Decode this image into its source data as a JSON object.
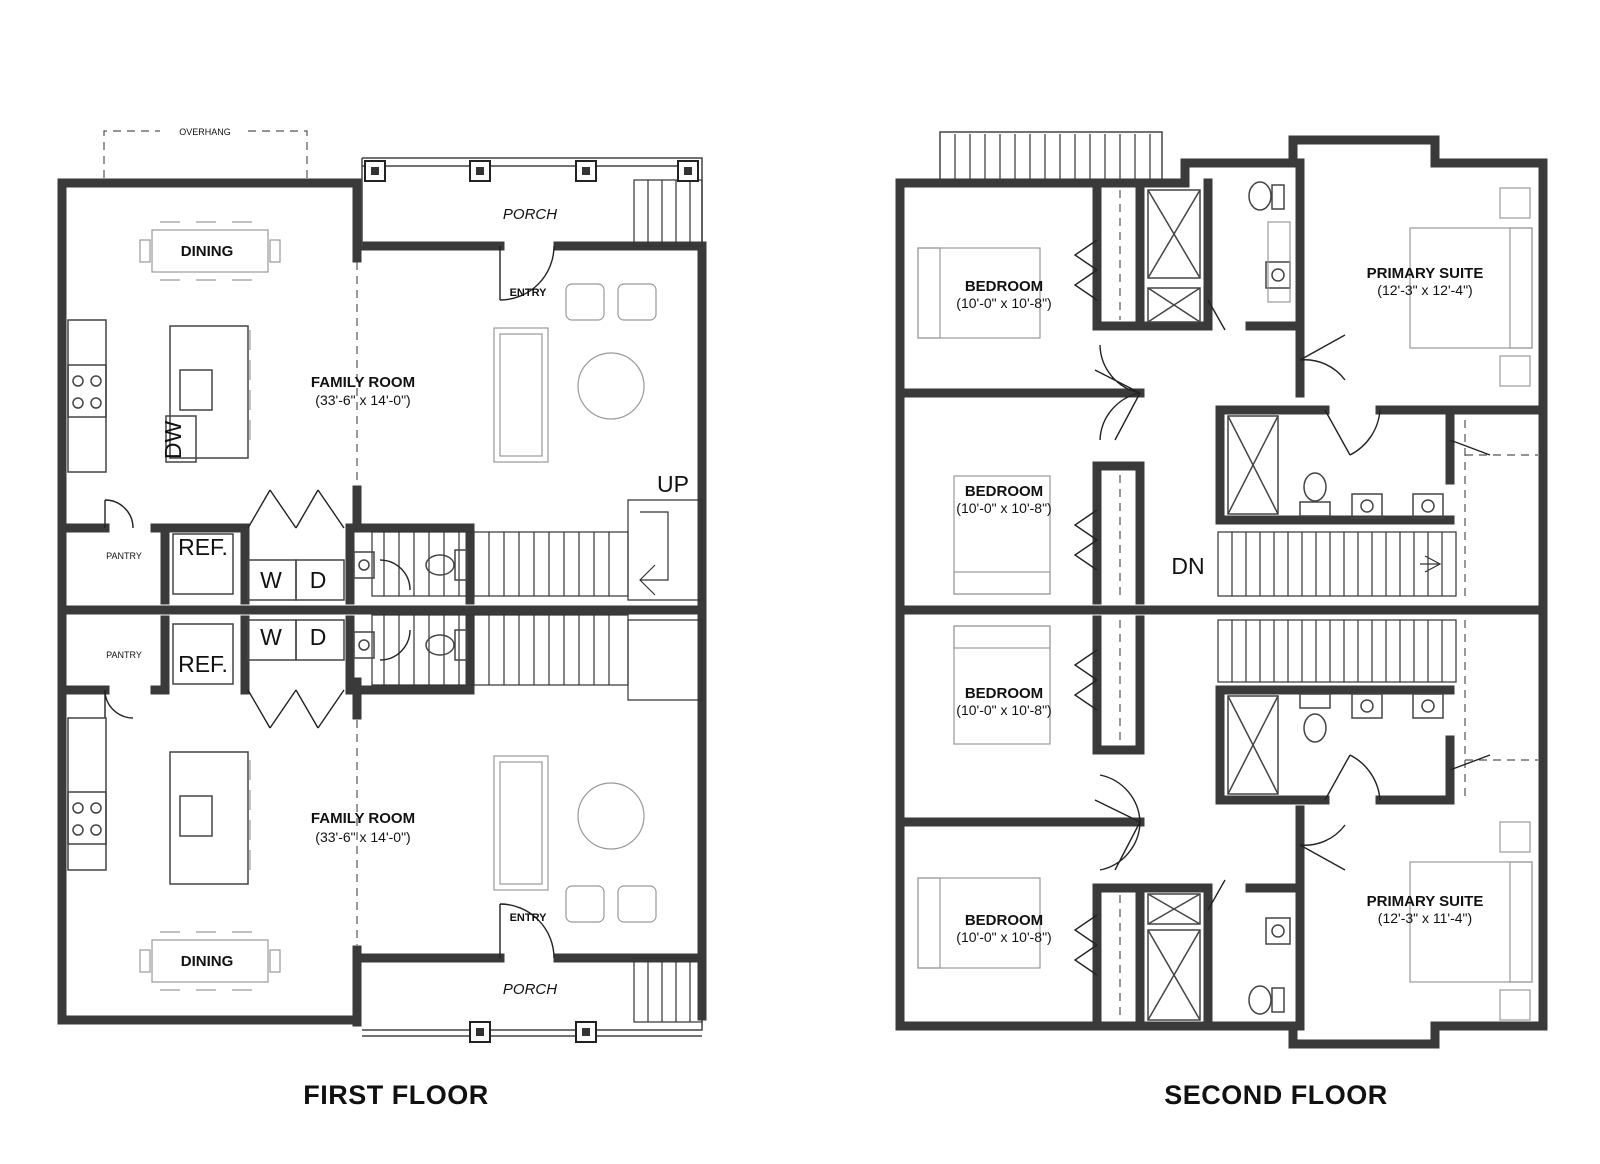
{
  "first_floor": {
    "title": "FIRST FLOOR",
    "overhang": "OVERHANG",
    "up_unit": {
      "dining": "DINING",
      "family_room": "FAMILY ROOM",
      "family_room_dim": "(33'-6\" x 14'-0\")",
      "entry": "ENTRY",
      "porch": "PORCH",
      "pantry": "PANTRY",
      "ref": "REF.",
      "washer": "W",
      "dryer": "D",
      "dw": "DW",
      "stair": "UP"
    },
    "down_unit": {
      "dining": "DINING",
      "family_room": "FAMILY ROOM",
      "family_room_dim": "(33'-6\" x 14'-0\")",
      "entry": "ENTRY",
      "porch": "PORCH",
      "pantry": "PANTRY",
      "ref": "REF.",
      "washer": "W",
      "dryer": "D"
    }
  },
  "second_floor": {
    "title": "SECOND FLOOR",
    "stair": "DN",
    "rooms": [
      {
        "name": "BEDROOM",
        "dim": "(10'-0\" x 10'-8\")"
      },
      {
        "name": "BEDROOM",
        "dim": "(10'-0\" x 10'-8\")"
      },
      {
        "name": "BEDROOM",
        "dim": "(10'-0\" x 10'-8\")"
      },
      {
        "name": "BEDROOM",
        "dim": "(10'-0\" x 10'-8\")"
      },
      {
        "name": "PRIMARY SUITE",
        "dim": "(12'-3\" x 12'-4\")"
      },
      {
        "name": "PRIMARY SUITE",
        "dim": "(12'-3\" x 11'-4\")"
      }
    ]
  },
  "colors": {
    "wall": "#3a3a3a",
    "ink": "#111111",
    "furniture": "#9a9a9a"
  }
}
